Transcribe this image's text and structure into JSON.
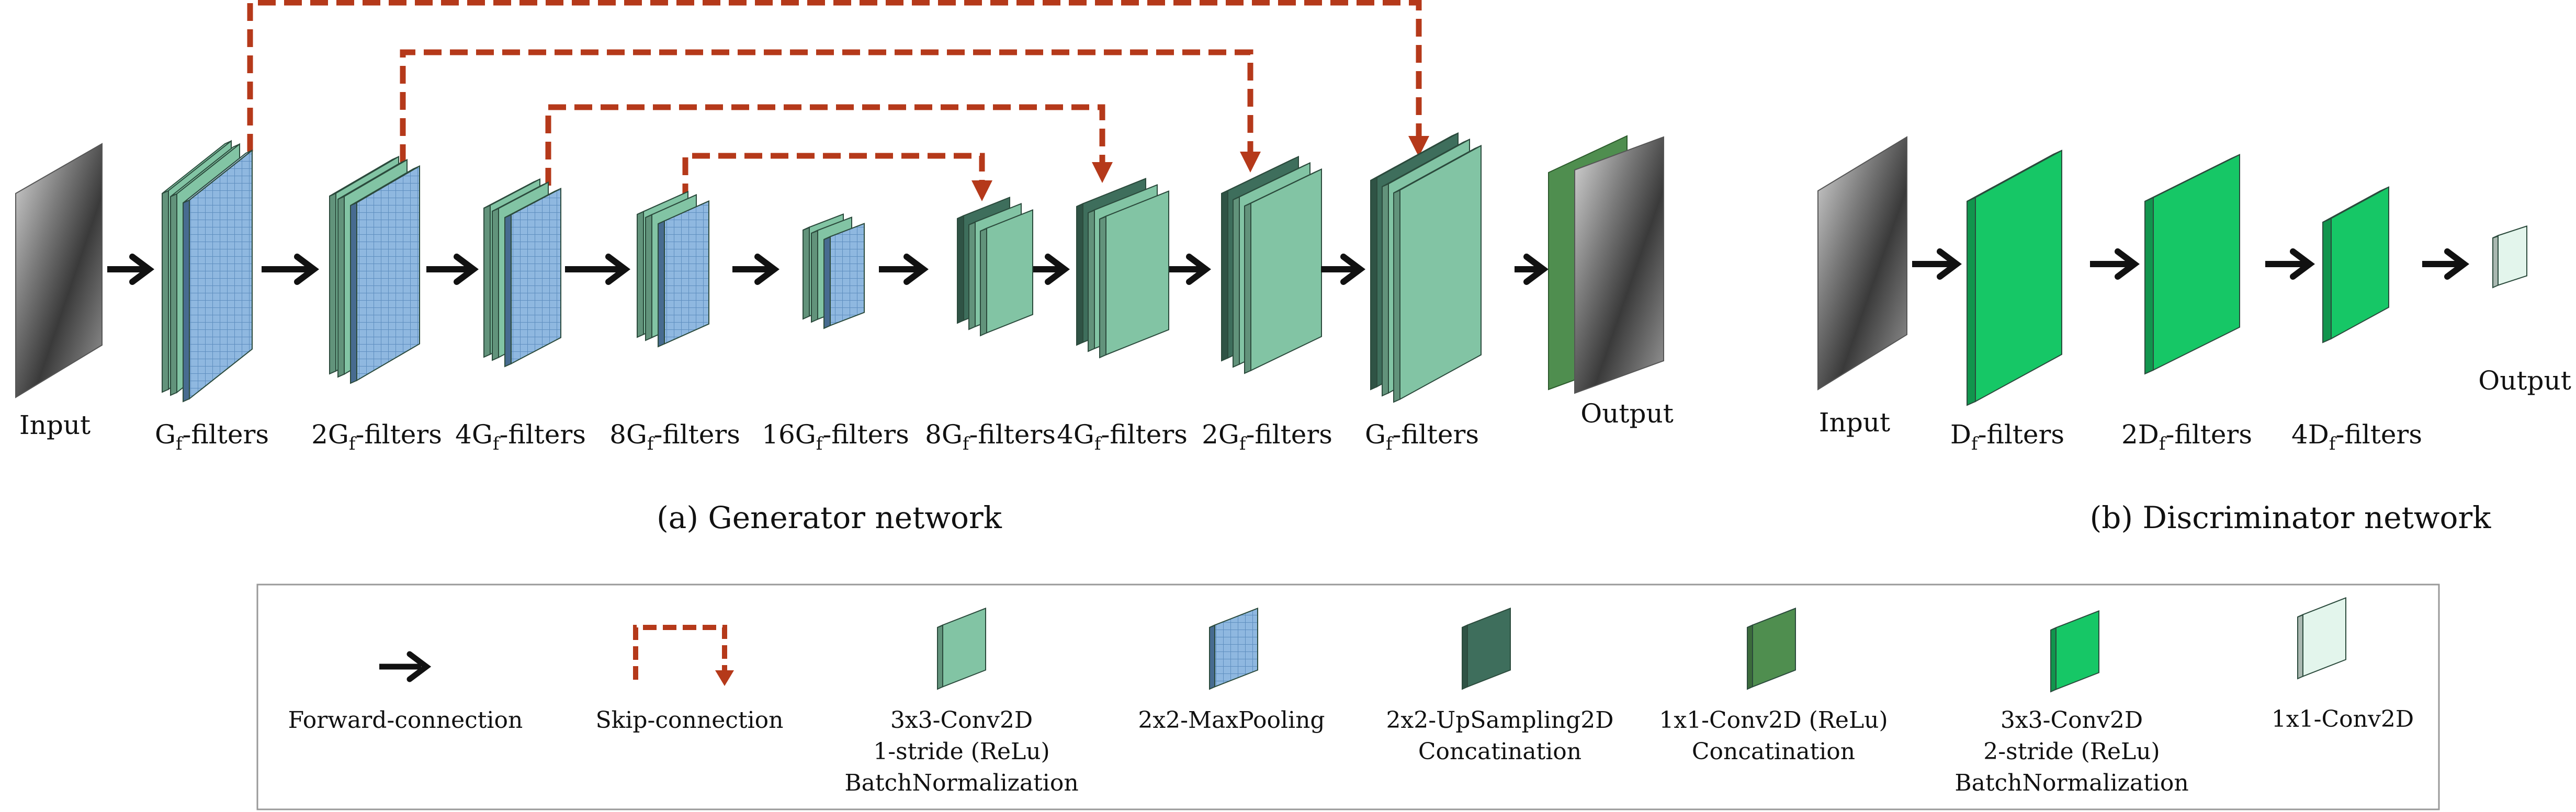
{
  "generator": {
    "input_label": "Input",
    "output_label": "Output",
    "caption": "(a) Generator network",
    "layers": [
      {
        "prefix": "",
        "suffix": "-filters"
      },
      {
        "prefix": "2",
        "suffix": "-filters"
      },
      {
        "prefix": "4",
        "suffix": "-filters"
      },
      {
        "prefix": "8",
        "suffix": "-filters"
      },
      {
        "prefix": "16",
        "suffix": "-filters"
      },
      {
        "prefix": "8",
        "suffix": "-filters"
      },
      {
        "prefix": "4",
        "suffix": "-filters"
      },
      {
        "prefix": "2",
        "suffix": "-filters"
      },
      {
        "prefix": "",
        "suffix": "-filters"
      }
    ],
    "symbol": "G",
    "subscript": "f"
  },
  "discriminator": {
    "input_label": "Input",
    "output_label": "Output",
    "caption": "(b) Discriminator network",
    "layers": [
      {
        "prefix": "",
        "suffix": "-filters"
      },
      {
        "prefix": "2",
        "suffix": "-filters"
      },
      {
        "prefix": "4",
        "suffix": "-filters"
      }
    ],
    "symbol": "D",
    "subscript": "f"
  },
  "legend": {
    "items": [
      {
        "key": "forward",
        "lines": [
          "Forward-connection"
        ]
      },
      {
        "key": "skip",
        "lines": [
          "Skip-connection"
        ]
      },
      {
        "key": "conv",
        "lines": [
          "3x3-Conv2D",
          "1-stride (ReLu)",
          "BatchNormalization"
        ]
      },
      {
        "key": "pool",
        "lines": [
          "2x2-MaxPooling"
        ]
      },
      {
        "key": "upsample",
        "lines": [
          "2x2-UpSampling2D",
          "Concatination"
        ]
      },
      {
        "key": "conv1x1",
        "lines": [
          "1x1-Conv2D (ReLu)",
          "Concatination"
        ]
      },
      {
        "key": "conv_stride2",
        "lines": [
          "3x3-Conv2D",
          "2-stride (ReLu)",
          "BatchNormalization"
        ]
      },
      {
        "key": "conv1x1_linear",
        "lines": [
          "1x1-Conv2D"
        ]
      }
    ]
  },
  "colors": {
    "conv": "#82c4a4",
    "conv_dark": "#5d9e80",
    "pool": "#8fb8e0",
    "upsample": "#3e6e5c",
    "conv1x1": "#4f8e4f",
    "conv_stride2": "#16c766",
    "conv_stride2_dark": "#0f9c4e",
    "conv1x1_linear": "#e3f5ec",
    "skip": "#b5391a",
    "arrow": "#111111"
  }
}
